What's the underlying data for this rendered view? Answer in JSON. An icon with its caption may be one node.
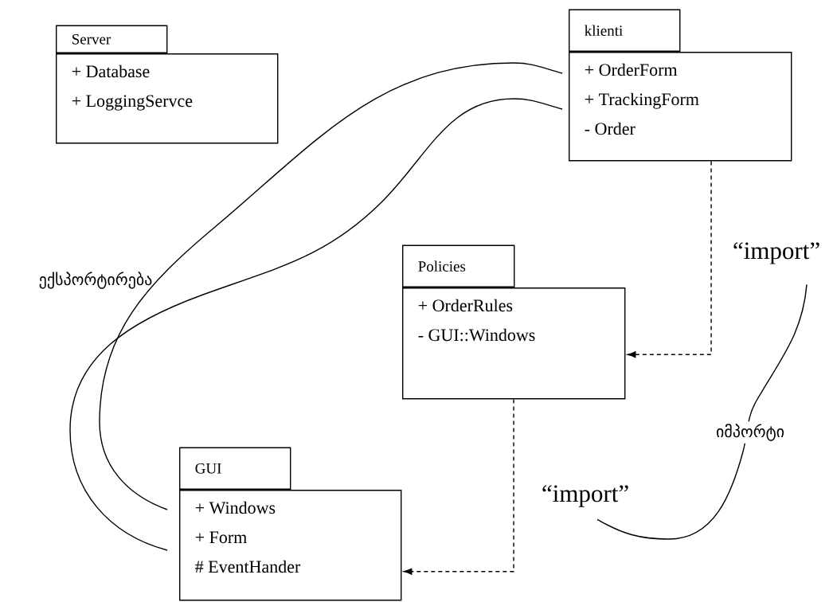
{
  "diagram": {
    "nodes": [
      {
        "text": [
          "Server",
          "+ Database",
          "+ LoggingServce"
        ]
      },
      {
        "text": [
          "klienti",
          "+ OrderForm",
          "+ TrackingForm",
          "- Order"
        ]
      },
      {
        "text": [
          "Policies",
          "+ OrderRules",
          "- GUI::Windows"
        ]
      },
      {
        "text": [
          "GUI",
          "+ Windows",
          "+ Form",
          "# EventHander"
        ]
      },
      {
        "text": [
          "“import”"
        ]
      },
      {
        "text": [
          "“import”"
        ]
      }
    ],
    "edges": [
      {
        "from": 1,
        "to": 3,
        "arrow": "none"
      },
      {
        "from": 1,
        "to": 3,
        "arrow": "none"
      },
      {
        "from": 1,
        "to": 2,
        "arrow": "to",
        "style": "dashed"
      },
      {
        "from": 2,
        "to": 3,
        "arrow": "to",
        "style": "dashed"
      },
      {
        "from": 4,
        "to": 5,
        "arrow": "none",
        "label": "იმპორტი"
      }
    ],
    "labels": [
      "ექსპორტირება"
    ]
  }
}
